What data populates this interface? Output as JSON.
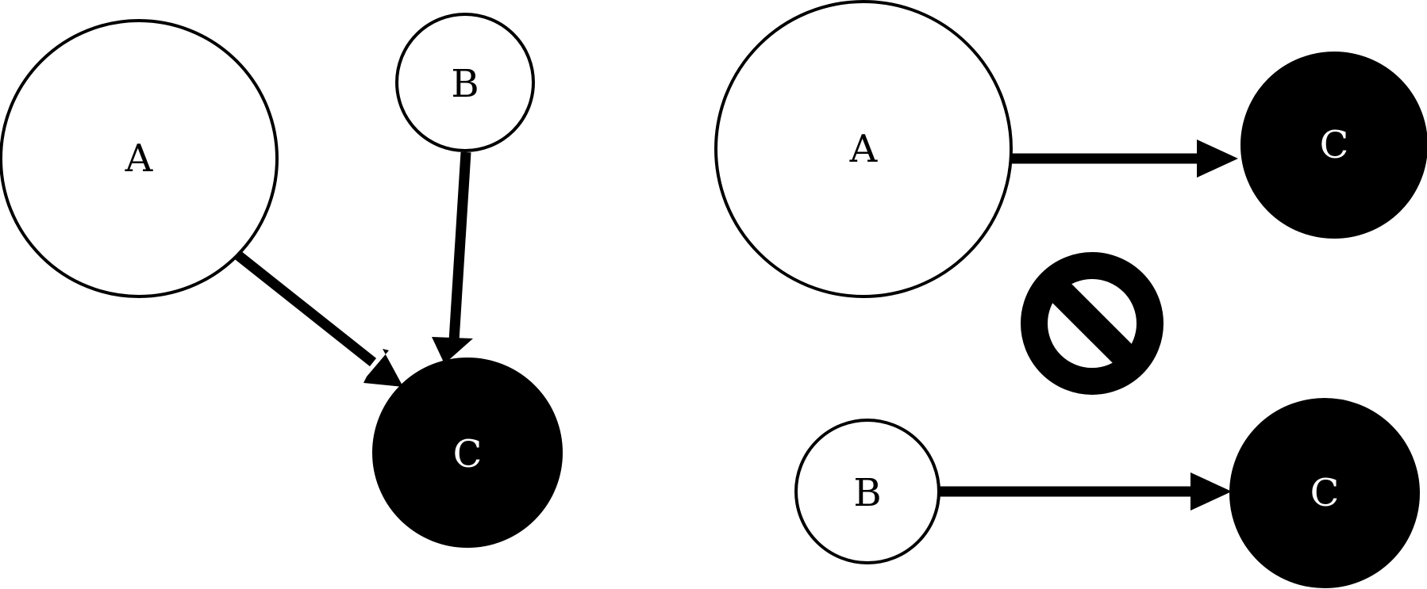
{
  "colors": {
    "stroke": "#000000",
    "open_fill": "#ffffff",
    "filled_fill": "#000000",
    "open_text": "#000000",
    "filled_text": "#ffffff"
  },
  "left_diagram": {
    "node_a": {
      "label": "A",
      "style": "open"
    },
    "node_b": {
      "label": "B",
      "style": "open"
    },
    "node_c": {
      "label": "C",
      "style": "filled"
    }
  },
  "right_diagram": {
    "top_a": {
      "label": "A",
      "style": "open"
    },
    "top_c": {
      "label": "C",
      "style": "filled"
    },
    "bottom_b": {
      "label": "B",
      "style": "open"
    },
    "bottom_c": {
      "label": "C",
      "style": "filled"
    },
    "separator_icon": "prohibited-icon"
  }
}
